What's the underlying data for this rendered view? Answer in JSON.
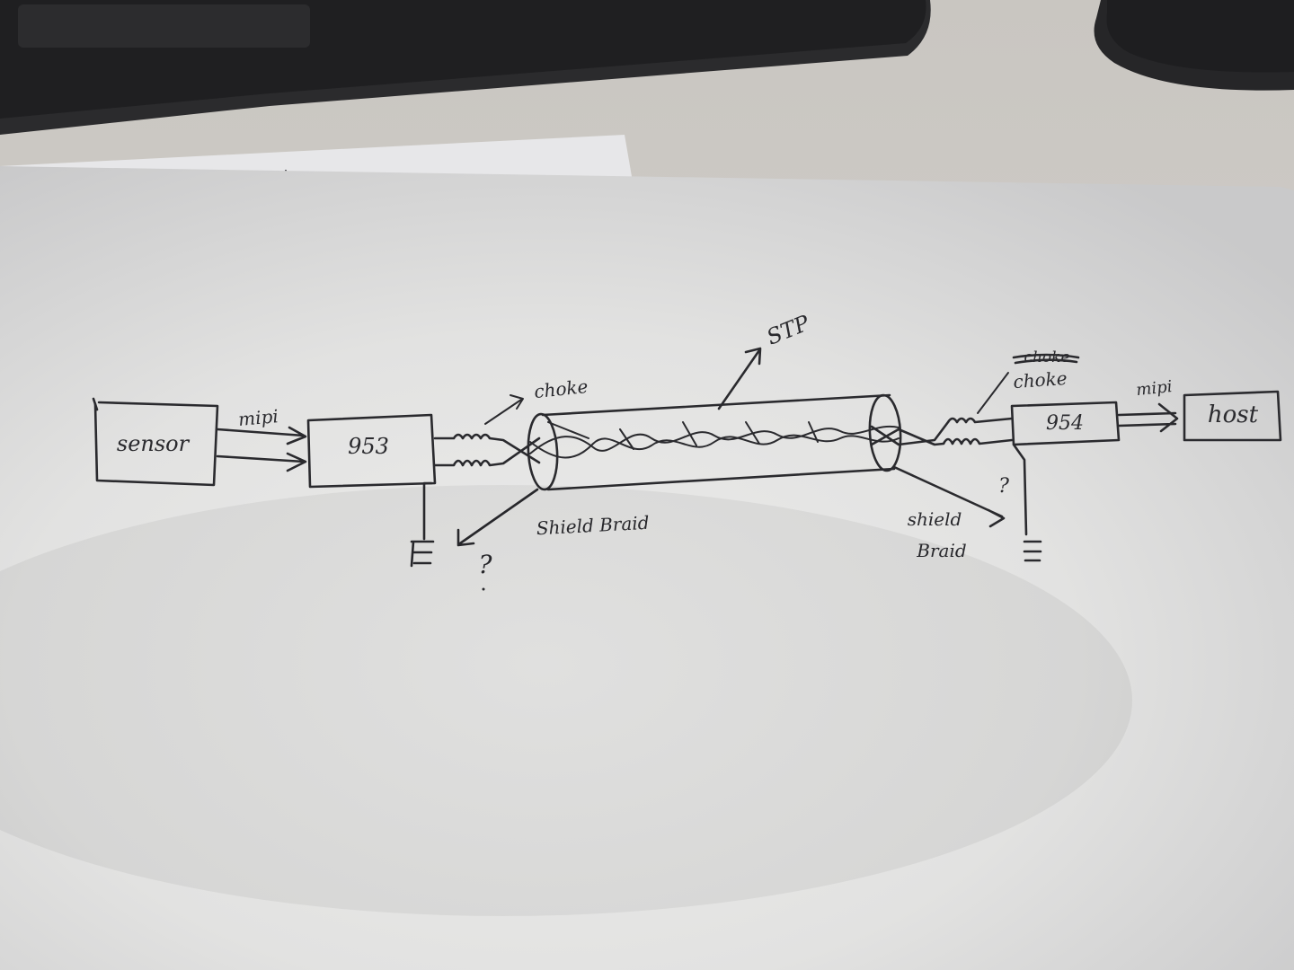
{
  "diagram": {
    "blocks": {
      "sensor": "sensor",
      "serializer": "953",
      "deserializer": "954",
      "host": "host"
    },
    "links": {
      "left_mipi": "mipi",
      "right_mipi": "mipi"
    },
    "annotations": {
      "cable": "STP",
      "left_choke": "choke",
      "right_choke": "choke",
      "right_choke_struck": "choke",
      "left_shield": "Shield Braid",
      "right_shield_line1": "shield",
      "right_shield_line2": "Braid",
      "question_left": "?",
      "question_right": "?"
    },
    "icons": [
      "ground-symbol-icon",
      "inductor-icon",
      "arrow-icon"
    ]
  }
}
